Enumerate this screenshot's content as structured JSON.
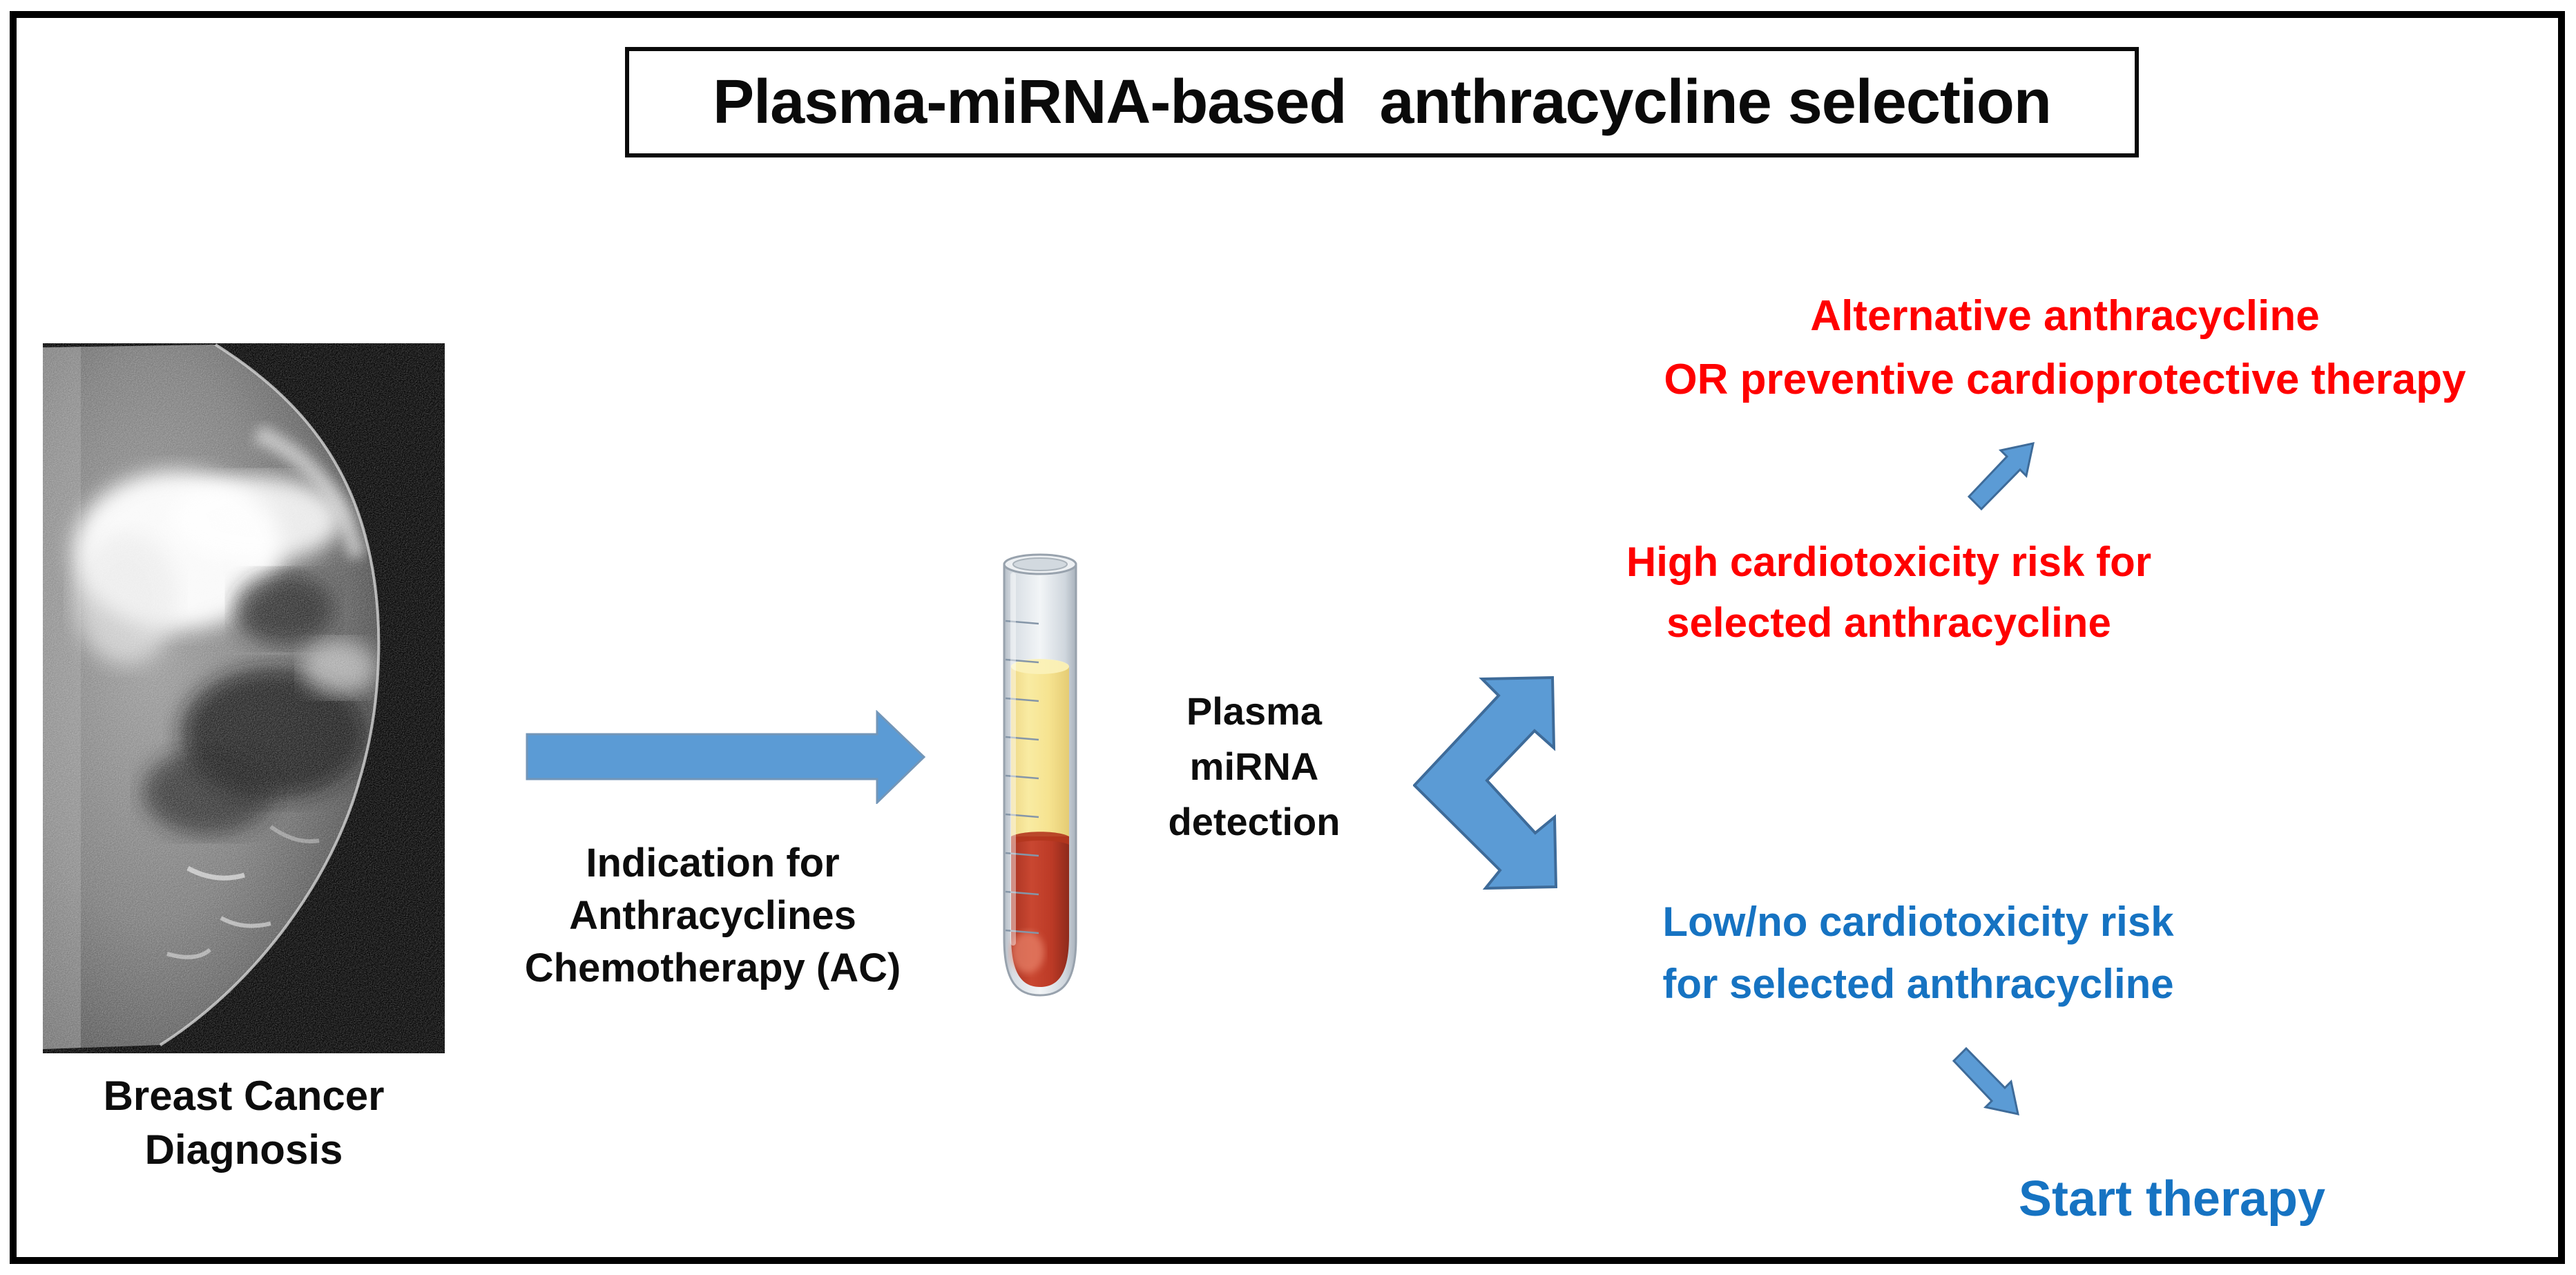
{
  "figure": {
    "title": "Plasma-miRNA-based  anthracycline selection",
    "diagnosis": {
      "icon": "breast-mri-image",
      "caption_lines": [
        "Breast Cancer",
        "Diagnosis"
      ]
    },
    "indication_step": {
      "icon": "right-arrow-icon",
      "lines": [
        "Indication for",
        "Anthracyclines",
        "Chemotherapy (AC)"
      ]
    },
    "sampling_step": {
      "icon": "blood-sample-tube-icon",
      "lines": [
        "Plasma",
        "miRNA",
        "detection"
      ]
    },
    "decision": {
      "icon": "split-arrow-icon"
    },
    "high_risk_branch": {
      "risk_lines": [
        "High cardiotoxicity risk for",
        "selected anthracycline"
      ],
      "arrow_icon": "up-right-arrow-icon",
      "outcome_lines": [
        "Alternative anthracycline",
        "OR preventive cardioprotective therapy"
      ],
      "color": "#FF0000"
    },
    "low_risk_branch": {
      "risk_lines": [
        "Low/no cardiotoxicity risk",
        "for selected anthracycline"
      ],
      "arrow_icon": "down-right-arrow-icon",
      "outcome": "Start therapy",
      "color": "#1673C2"
    },
    "colors": {
      "arrow_fill": "#5B9BD5",
      "arrow_stroke": "#41719C",
      "plasma_yellow": "#F6E390",
      "blood_red": "#C03A27",
      "glass_gray": "#D8DEE4",
      "text_black": "#0D0D0D",
      "high_risk_red": "#FF0000",
      "low_risk_blue": "#1673C2",
      "background": "#FFFFFF",
      "border": "#000000"
    }
  }
}
